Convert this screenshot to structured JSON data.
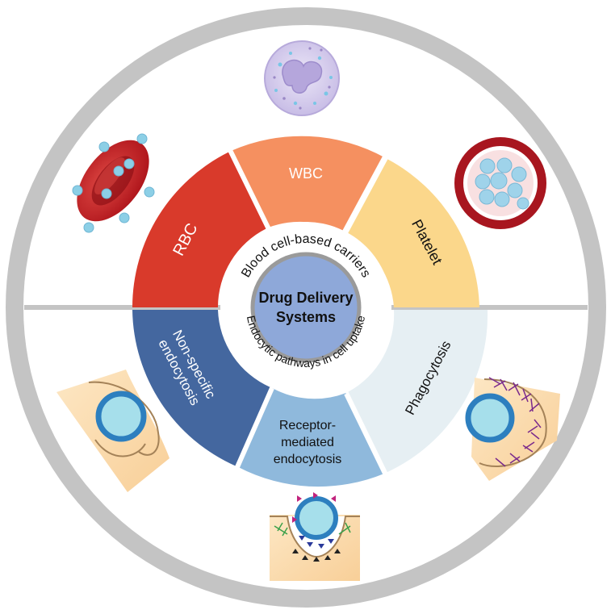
{
  "center": {
    "line1": "Drug Delivery",
    "line2": "Systems"
  },
  "upper_ring_label": "Blood cell-based carriers",
  "lower_ring_label": "Endocytic pathways in cell uptake",
  "blood_cells": {
    "rbc": "RBC",
    "wbc": "WBC",
    "platelet": "Platelet"
  },
  "pathways": {
    "nonspecific_line1": "Non-specific",
    "nonspecific_line2": "endocytosis",
    "receptor_line1": "Receptor-",
    "receptor_line2": "mediated",
    "receptor_line3": "endocytosis",
    "phagocytosis": "Phagocytosis"
  },
  "colors": {
    "outer_ring": "#c4c4c4",
    "rbc": "#d93a2b",
    "wbc": "#f59060",
    "platelet": "#fbd78b",
    "nonspecific": "#44679f",
    "receptor": "#8fb9dc",
    "phagocytosis": "#e6eff3",
    "center": "#8ea8d9",
    "nanoparticle": "#a6dfeb",
    "nanoparticle_edge": "#2d7fbf",
    "tissue": "#fde0b6"
  },
  "icons": {
    "rbc": "red-blood-cell-icon",
    "wbc": "white-blood-cell-icon",
    "platelet": "blood-vessel-platelets-icon",
    "nonspecific": "nonspecific-endocytosis-icon",
    "receptor": "receptor-mediated-endocytosis-icon",
    "phagocytosis": "phagocytosis-icon"
  }
}
